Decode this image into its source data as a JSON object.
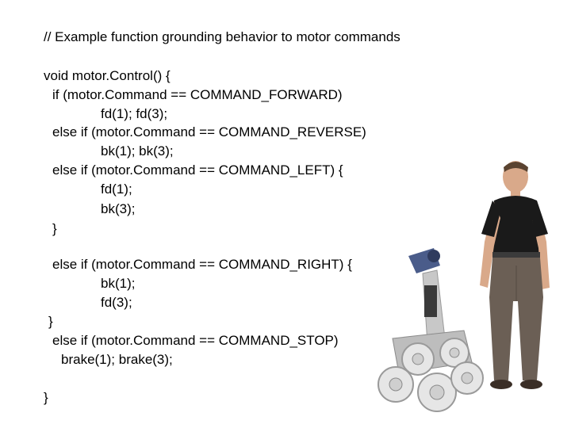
{
  "slide": {
    "code_lines": [
      "// Example function grounding behavior to motor commands",
      "void motor.Control() {",
      "if (motor.Command == COMMAND_FORWARD)",
      "fd(1); fd(3);",
      "else if (motor.Command == COMMAND_REVERSE)",
      "bk(1); bk(3);",
      "else if (motor.Command == COMMAND_LEFT) {",
      "fd(1);",
      "bk(3);",
      "}",
      "else if (motor.Command == COMMAND_RIGHT) {",
      "bk(1);",
      "fd(3);",
      "}",
      "else if (motor.Command == COMMAND_STOP)",
      "brake(1); brake(3);",
      "}"
    ],
    "illustration": {
      "icon": "person-with-robot-photo",
      "colors": {
        "shirt": "#1a1a1a",
        "trousers": "#6b5f55",
        "skin": "#d9a98a",
        "robot_body": "#c8c8c8",
        "robot_wheels": "#e6e6e6"
      }
    }
  }
}
